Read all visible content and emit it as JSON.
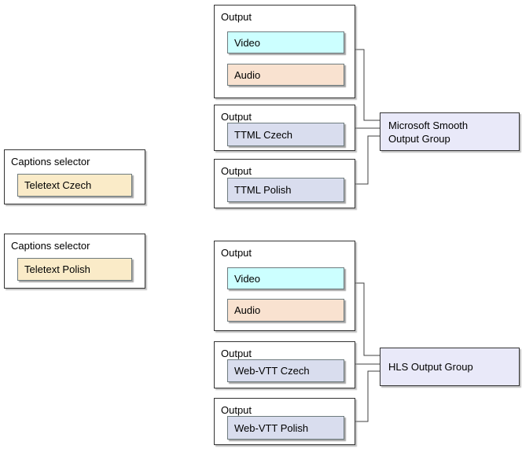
{
  "colors": {
    "captions_fill": "#FAEBC8",
    "video_fill": "#CCFFFF",
    "audio_fill": "#F9E2D0",
    "track_fill": "#D9DDEE",
    "group_fill": "#E9E9F9",
    "outer_border": "#333333",
    "chip_border": "#6E7B7E",
    "connector_color": "#424242"
  },
  "left_column": {
    "selectors": [
      {
        "title": "Captions selector",
        "value": "Teletext Czech"
      },
      {
        "title": "Captions selector",
        "value": "Teletext Polish"
      }
    ]
  },
  "middle_column": {
    "outputs": [
      {
        "title": "Output",
        "video": "Video",
        "audio": "Audio"
      },
      {
        "title": "Output",
        "value": "TTML Czech"
      },
      {
        "title": "Output",
        "value": "TTML Polish"
      },
      {
        "title": "Output",
        "video": "Video",
        "audio": "Audio"
      },
      {
        "title": "Output",
        "value": "Web-VTT Czech"
      },
      {
        "title": "Output",
        "value": "Web-VTT Polish"
      }
    ]
  },
  "right_column": {
    "groups": [
      {
        "lines": [
          "Microsoft Smooth",
          "Output Group"
        ]
      },
      {
        "lines": [
          "HLS Output Group"
        ]
      }
    ]
  }
}
